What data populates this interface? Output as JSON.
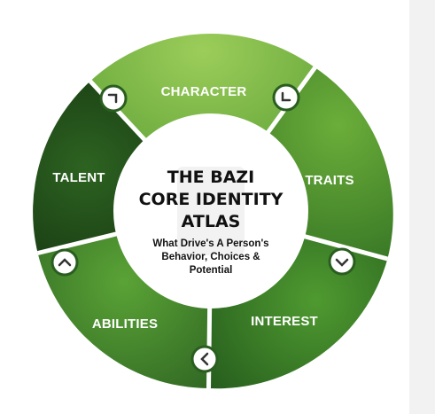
{
  "diagram": {
    "center": {
      "title_lines": [
        "THE BAZI",
        "CORE IDENTITY",
        "ATLAS"
      ],
      "subtitle_lines": [
        "What Drive's A Person's",
        "Behavior, Choices &",
        "Potential"
      ]
    },
    "segments": [
      {
        "label": "CHARACTER"
      },
      {
        "label": "TRAITS"
      },
      {
        "label": "INTEREST"
      },
      {
        "label": "ABILITIES"
      },
      {
        "label": "TALENT"
      }
    ],
    "arrow_icons": [
      "chevron-icon",
      "chevron-icon",
      "chevron-icon",
      "chevron-icon",
      "chevron-icon"
    ],
    "colors": {
      "light_green": "#7dbb42",
      "mid_green": "#4e9a2e",
      "dark_green": "#1f4d18",
      "darkest_green": "#163a12",
      "divider": "#ffffff",
      "center_fill": "#ffffff"
    }
  }
}
